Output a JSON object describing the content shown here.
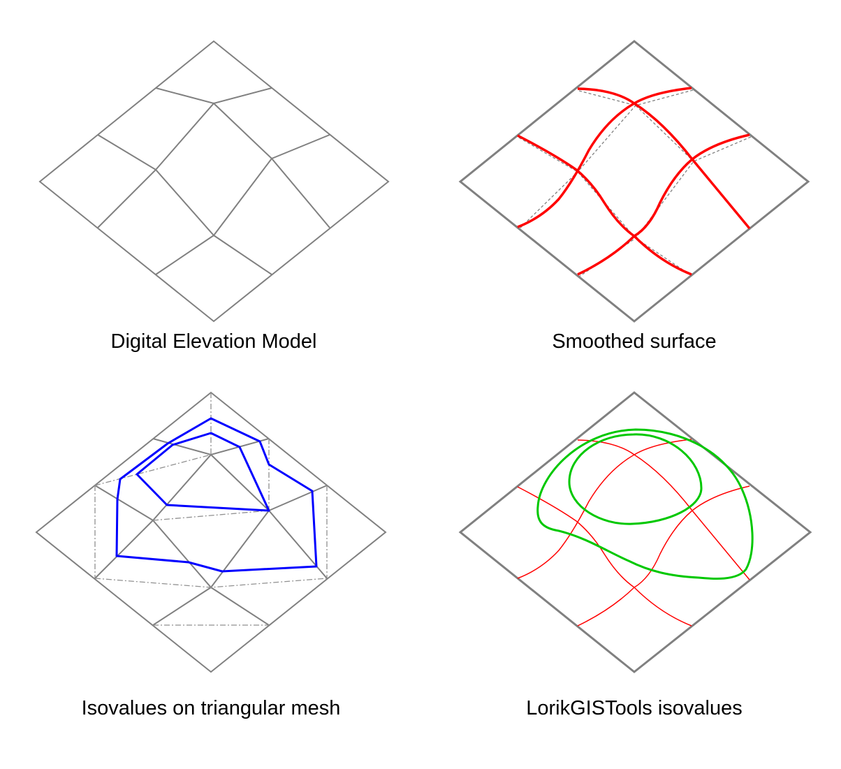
{
  "panels": [
    {
      "caption": "Digital Elevation Model"
    },
    {
      "caption": "Smoothed surface"
    },
    {
      "caption": "Isovalues on triangular mesh"
    },
    {
      "caption": "LorikGISTools isovalues"
    }
  ],
  "colors": {
    "mesh": "#808080",
    "smooth": "#ff0000",
    "iso_mesh": "#0000ff",
    "iso_lorik": "#00c800"
  }
}
